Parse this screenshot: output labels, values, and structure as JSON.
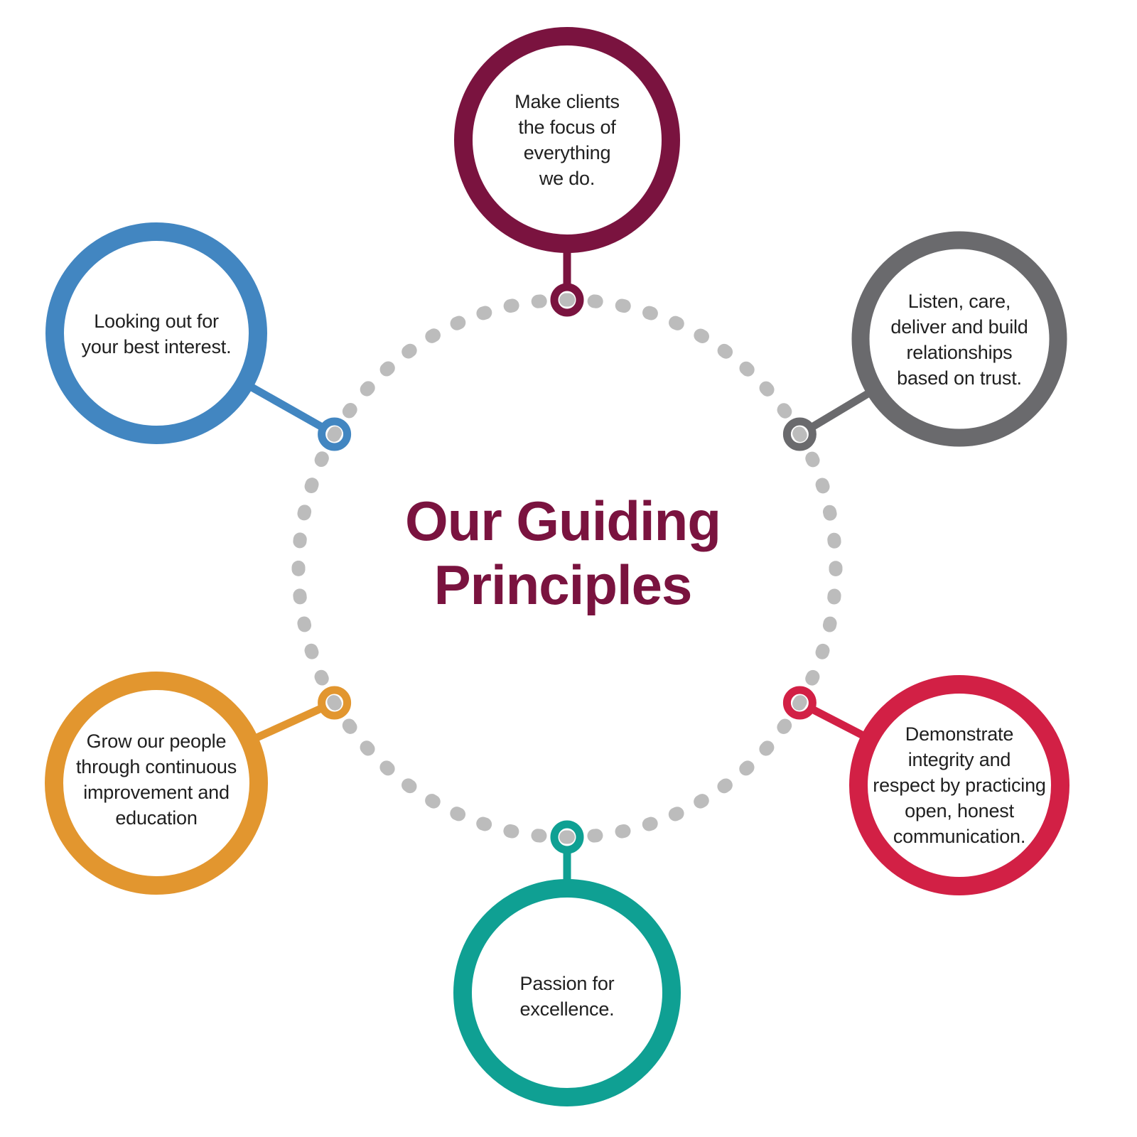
{
  "title": {
    "text": "Our Guiding\nPrinciples",
    "color": "#7A133F"
  },
  "dotted_ring": {
    "color": "#BCBCBC"
  },
  "label_text_color": "#202020",
  "background_color": "#FFFFFF",
  "nodes": [
    {
      "id": "clients-focus",
      "position": "top",
      "color": "#7A133F",
      "label": "Make clients\nthe focus of\neverything\nwe do."
    },
    {
      "id": "listen-care",
      "position": "top-right",
      "color": "#6A6A6D",
      "label": "Listen, care,\ndeliver and build\nrelationships\nbased on trust."
    },
    {
      "id": "integrity-respect",
      "position": "bottom-right",
      "color": "#D22045",
      "label": "Demonstrate\nintegrity and\nrespect by practicing\nopen, honest\ncommunication."
    },
    {
      "id": "passion-excellence",
      "position": "bottom",
      "color": "#0FA093",
      "label": "Passion for\nexcellence."
    },
    {
      "id": "grow-people",
      "position": "bottom-left",
      "color": "#E2962F",
      "label": "Grow our people\nthrough continuous\nimprovement and\neducation"
    },
    {
      "id": "best-interest",
      "position": "top-left",
      "color": "#4286C1",
      "label": "Looking out for\nyour best interest."
    }
  ]
}
